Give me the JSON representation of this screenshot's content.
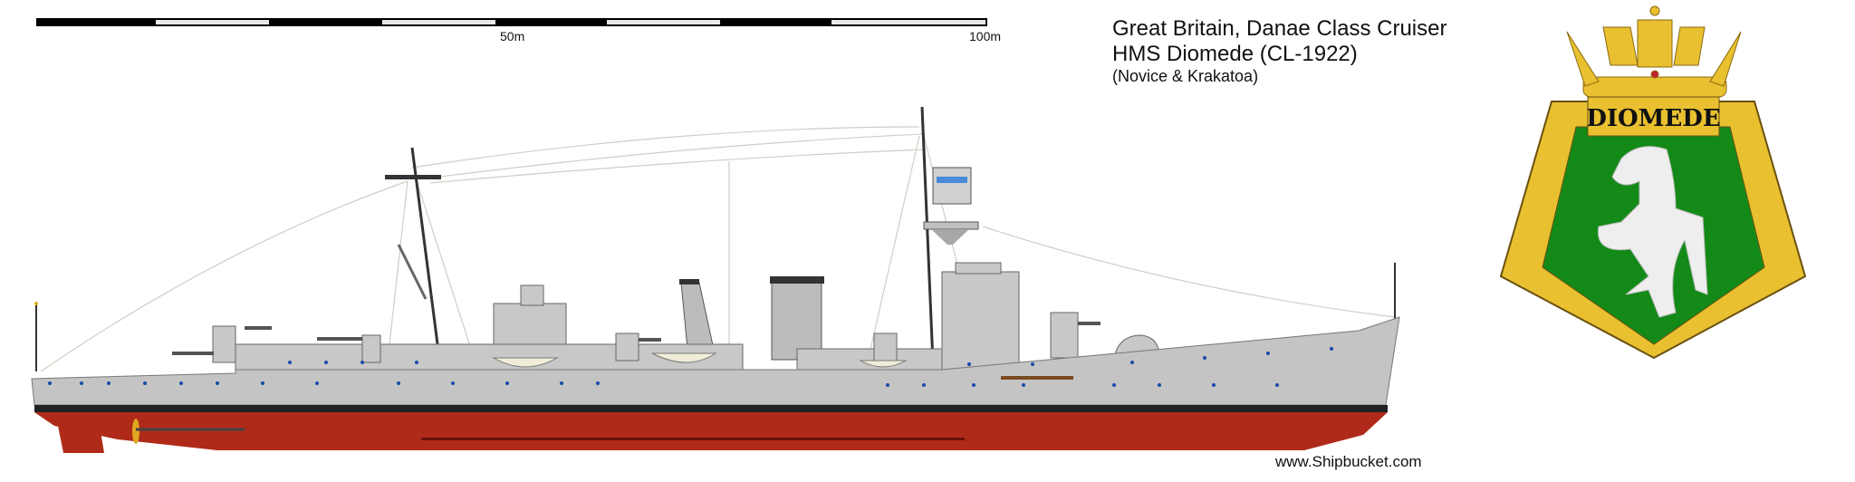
{
  "header": {
    "line1": "Great Britain, Danae Class Cruiser",
    "line2": "HMS Diomede (CL-1922)",
    "line3": "(Novice & Krakatoa)"
  },
  "scale_bar": {
    "mid_label": "50m",
    "end_label": "100m"
  },
  "crest": {
    "name": "DIOMEDE",
    "colors": {
      "gold": "#e8c030",
      "field": "#138a18",
      "horse": "#eeeeee"
    }
  },
  "ship": {
    "colors": {
      "hull_gray": "#c4c4c4",
      "boot_top": "#222222",
      "antifouling": "#b02a1a",
      "porthole": "#1a4aa8"
    }
  },
  "credit": "www.Shipbucket.com"
}
